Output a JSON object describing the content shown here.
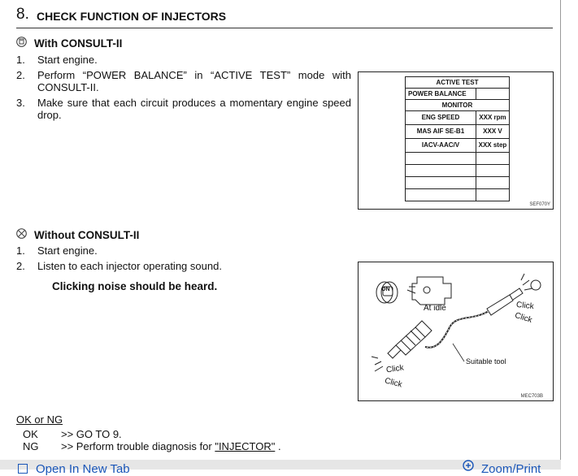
{
  "section": {
    "number": "8.",
    "title": "CHECK FUNCTION OF INJECTORS"
  },
  "with_consult": {
    "title": "With CONSULT-II",
    "steps": [
      {
        "n": "1.",
        "text": "Start engine."
      },
      {
        "n": "2.",
        "text": "Perform “POWER BALANCE” in “ACTIVE TEST” mode with CONSULT-II."
      },
      {
        "n": "3.",
        "text": "Make sure that each circuit produces a momentary engine speed drop."
      }
    ],
    "figure": {
      "header": "ACTIVE TEST",
      "power_balance": "POWER BALANCE",
      "monitor": "MONITOR",
      "rows": [
        {
          "item": "ENG SPEED",
          "value": "XXX rpm"
        },
        {
          "item": "MAS AIF SE-B1",
          "value": "XXX V"
        },
        {
          "item": "IACV-AAC/V",
          "value": "XXX step"
        }
      ],
      "code": "SEF070Y"
    }
  },
  "without_consult": {
    "title": "Without CONSULT-II",
    "steps": [
      {
        "n": "1.",
        "text": "Start engine."
      },
      {
        "n": "2.",
        "text": "Listen to each injector operating sound."
      }
    ],
    "expected": "Clicking noise should be heard.",
    "figure": {
      "key_label": "ON",
      "at_idle": "At idle",
      "click1": "Click",
      "click2": "Click",
      "click3": "Click",
      "click4": "Click",
      "tool_label": "Suitable tool",
      "code": "MEC703B"
    }
  },
  "result": {
    "heading": "OK or NG",
    "ok_label": "OK",
    "ok_text": ">> GO TO 9.",
    "ng_label": "NG",
    "ng_text": ">> Perform trouble diagnosis for ",
    "ng_link": "\"INJECTOR\"",
    "ng_end": " ."
  },
  "bottom_bar": {
    "open_tab": "Open In New Tab",
    "zoom_print": "Zoom/Print"
  }
}
